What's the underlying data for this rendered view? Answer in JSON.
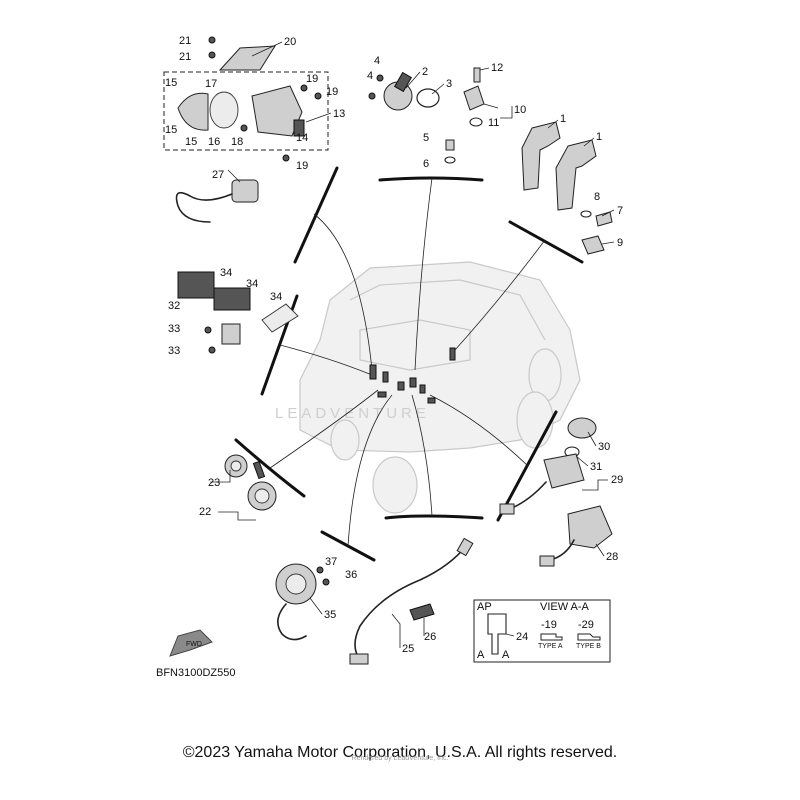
{
  "diagram": {
    "code": "BFN3100DZ550",
    "watermark": "LEADVENTURE",
    "fwd_label": "FWD",
    "callouts": [
      "1",
      "1",
      "2",
      "3",
      "4",
      "4",
      "5",
      "6",
      "7",
      "8",
      "9",
      "10",
      "11",
      "12",
      "13",
      "14",
      "15",
      "15",
      "15",
      "16",
      "17",
      "18",
      "19",
      "19",
      "19",
      "20",
      "21",
      "21",
      "22",
      "23",
      "24",
      "25",
      "26",
      "27",
      "28",
      "29",
      "30",
      "31",
      "32",
      "33",
      "33",
      "34",
      "34",
      "34",
      "35",
      "36",
      "37"
    ],
    "inset": {
      "ap_label": "AP",
      "view_label": "VIEW A-A",
      "a_marks": [
        "A",
        "A"
      ],
      "types": [
        {
          "code": "-19",
          "label": "TYPE A"
        },
        {
          "code": "-29",
          "label": "TYPE B"
        }
      ]
    }
  },
  "footer": {
    "copyright": "©2023 Yamaha Motor Corporation, U.S.A. All rights reserved.",
    "rendered_by": "Rendered by LeadVenture, Inc."
  }
}
